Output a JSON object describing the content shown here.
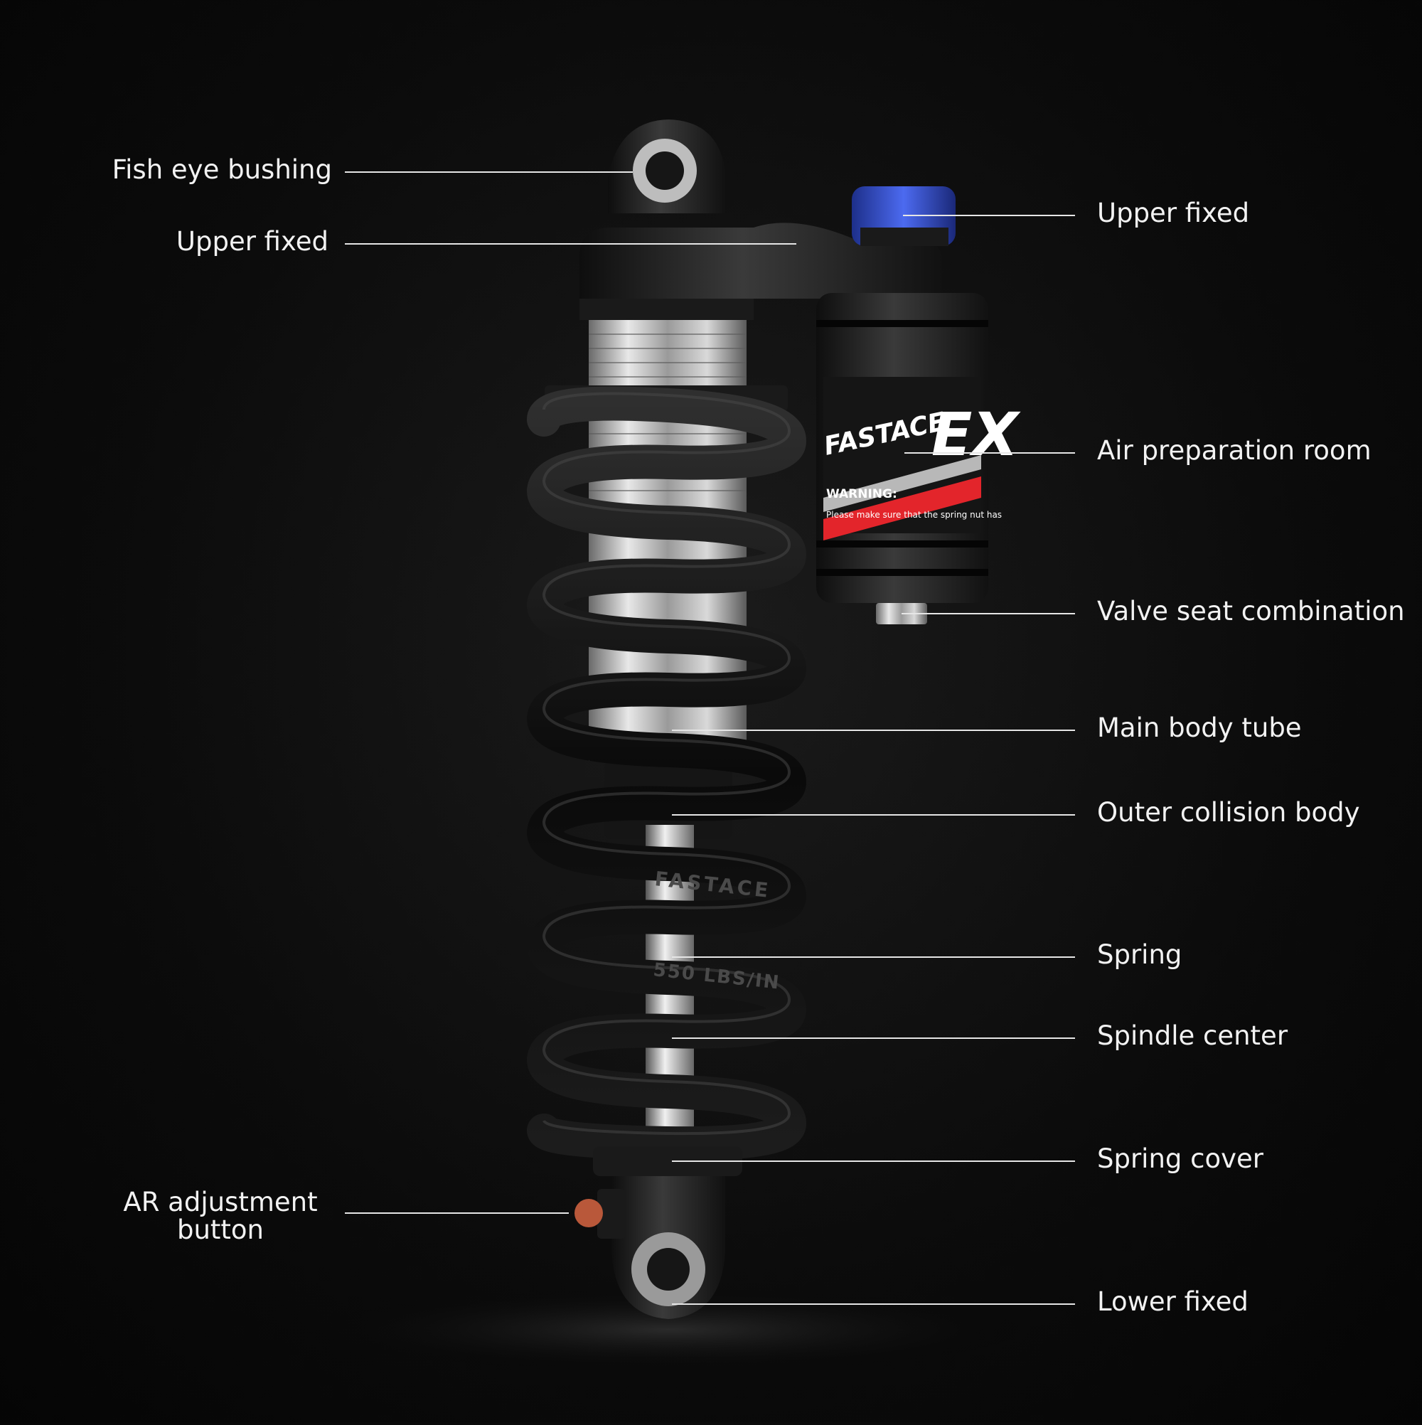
{
  "brand": {
    "logo_text": "FASTACE",
    "model_text": "EX"
  },
  "shock_text": {
    "warning": "WARNING:",
    "warning_body": "Please make sure that the spring nut has",
    "spring_brand": "FASTACE",
    "spring_rate": "550 LBS/IN"
  },
  "colors": {
    "background": "#0b0b0b",
    "text": "#f2f2f2",
    "accent": "#e3252b",
    "knob": "#2746c9",
    "ar_button": "#b9583a"
  },
  "labels": {
    "fish_eye_bushing": "Fish eye bushing",
    "upper_fixed_left": "Upper fixed",
    "ar_adjustment_line1": "AR adjustment",
    "ar_adjustment_line2": "button",
    "upper_fixed_right": "Upper fixed",
    "air_preparation_room": "Air preparation room",
    "valve_seat_combination": "Valve seat combination",
    "main_body_tube": "Main body tube",
    "outer_collision_body": "Outer collision body",
    "spring": "Spring",
    "spindle_center": "Spindle center",
    "spring_cover": "Spring cover",
    "lower_fixed": "Lower fixed"
  }
}
